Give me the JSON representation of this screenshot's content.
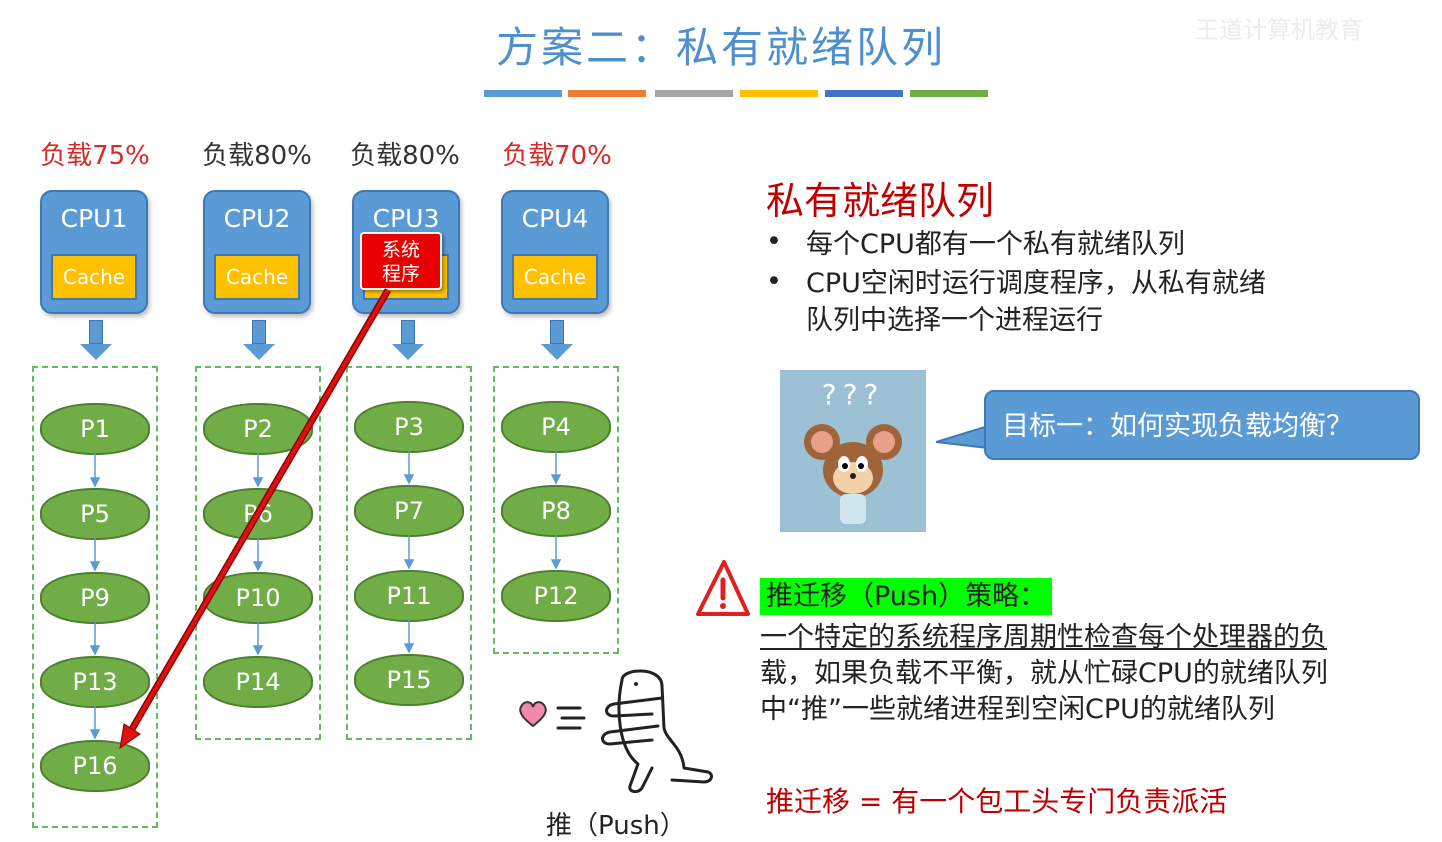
{
  "title": "方案二：私有就绪队列",
  "watermark": "王道计算机教育",
  "accent_bars": [
    "#5b9bd5",
    "#ed7d31",
    "#a5a5a5",
    "#ffc000",
    "#4472c4",
    "#70ad47"
  ],
  "cpus": [
    {
      "load": "负载75%",
      "name": "CPU1",
      "cache": "Cache"
    },
    {
      "load": "负载80%",
      "name": "CPU2",
      "cache": "Cache"
    },
    {
      "load": "负载80%",
      "name": "CPU3",
      "cache": "Cache"
    },
    {
      "load": "负载70%",
      "name": "CPU4",
      "cache": "Cache"
    }
  ],
  "system_program": {
    "line1": "系统",
    "line2": "程序"
  },
  "queues": [
    [
      "P1",
      "P5",
      "P9",
      "P13",
      "P16"
    ],
    [
      "P2",
      "P6",
      "P10",
      "P14"
    ],
    [
      "P3",
      "P7",
      "P11",
      "P15"
    ],
    [
      "P4",
      "P8",
      "P12"
    ]
  ],
  "section": {
    "title": "私有就绪队列",
    "bullets": [
      {
        "lines": [
          "每个CPU都有一个私有就绪队列"
        ]
      },
      {
        "lines": [
          "CPU空闲时运行调度程序，从私有就绪",
          "队列中选择一个进程运行"
        ]
      }
    ]
  },
  "mouse_caption": "???",
  "goal_bubble": "目标一：如何实现负载均衡？",
  "push_strategy": {
    "heading": "推迁移（Push）策略：",
    "line1": "一个特定的系统程序周期性检查每个处理器的负",
    "line2": "载，如果负载不平衡，就从忙碌CPU的就绪队列",
    "line3": "中“推”一些就绪进程到空闲CPU的就绪队列"
  },
  "analogy": "推迁移 = 有一个包工头专门负责派活",
  "push_label": "推（Push）",
  "colors": {
    "title_blue": "#4f8fd0",
    "cpu_blue": "#5b9bd5",
    "cache_yellow": "#ffc000",
    "process_green": "#70ad47",
    "highlight_red": "#c00000",
    "arrow_red": "#e01010",
    "push_highlight": "#00ff00"
  },
  "icons": [
    "warning-icon",
    "heart-icon",
    "push-figure-icon",
    "confused-mouse-icon",
    "arrow-down-icon"
  ]
}
